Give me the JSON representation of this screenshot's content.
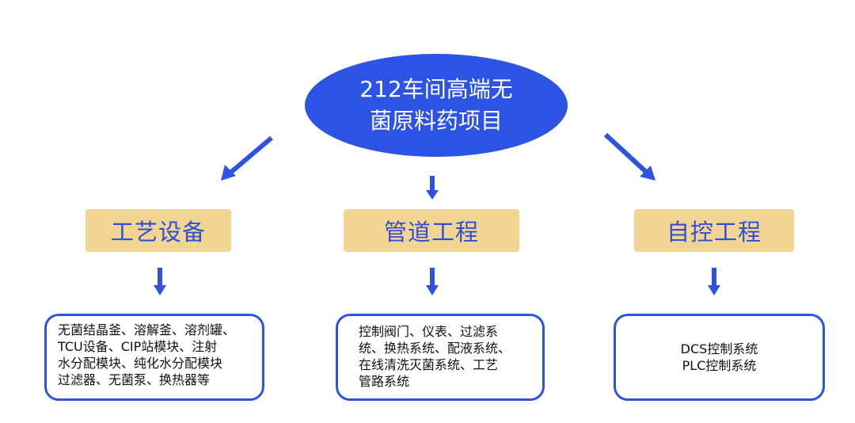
{
  "root": {
    "line1": "212车间高端无",
    "line2": "菌原料药项目"
  },
  "categories": [
    {
      "label": "工艺设备",
      "detail_lines": [
        "无菌结晶釜、溶解釜、溶剂罐、",
        "TCU设备、CIP站模块、注射",
        "水分配模块、纯化水分配模块",
        "过滤器、无菌泵、换热器等"
      ]
    },
    {
      "label": "管道工程",
      "detail_lines": [
        "控制阀门、仪表、过滤系",
        "统、换热系统、配液系统、",
        "在线清洗灭菌系统、工艺",
        "管路系统"
      ]
    },
    {
      "label": "自控工程",
      "detail_lines": [
        "DCS控制系统",
        "PLC控制系统"
      ]
    }
  ],
  "colors": {
    "primary_blue": "#2c53e3",
    "category_fill": "#f2d593",
    "category_text": "#2d4fd6"
  }
}
